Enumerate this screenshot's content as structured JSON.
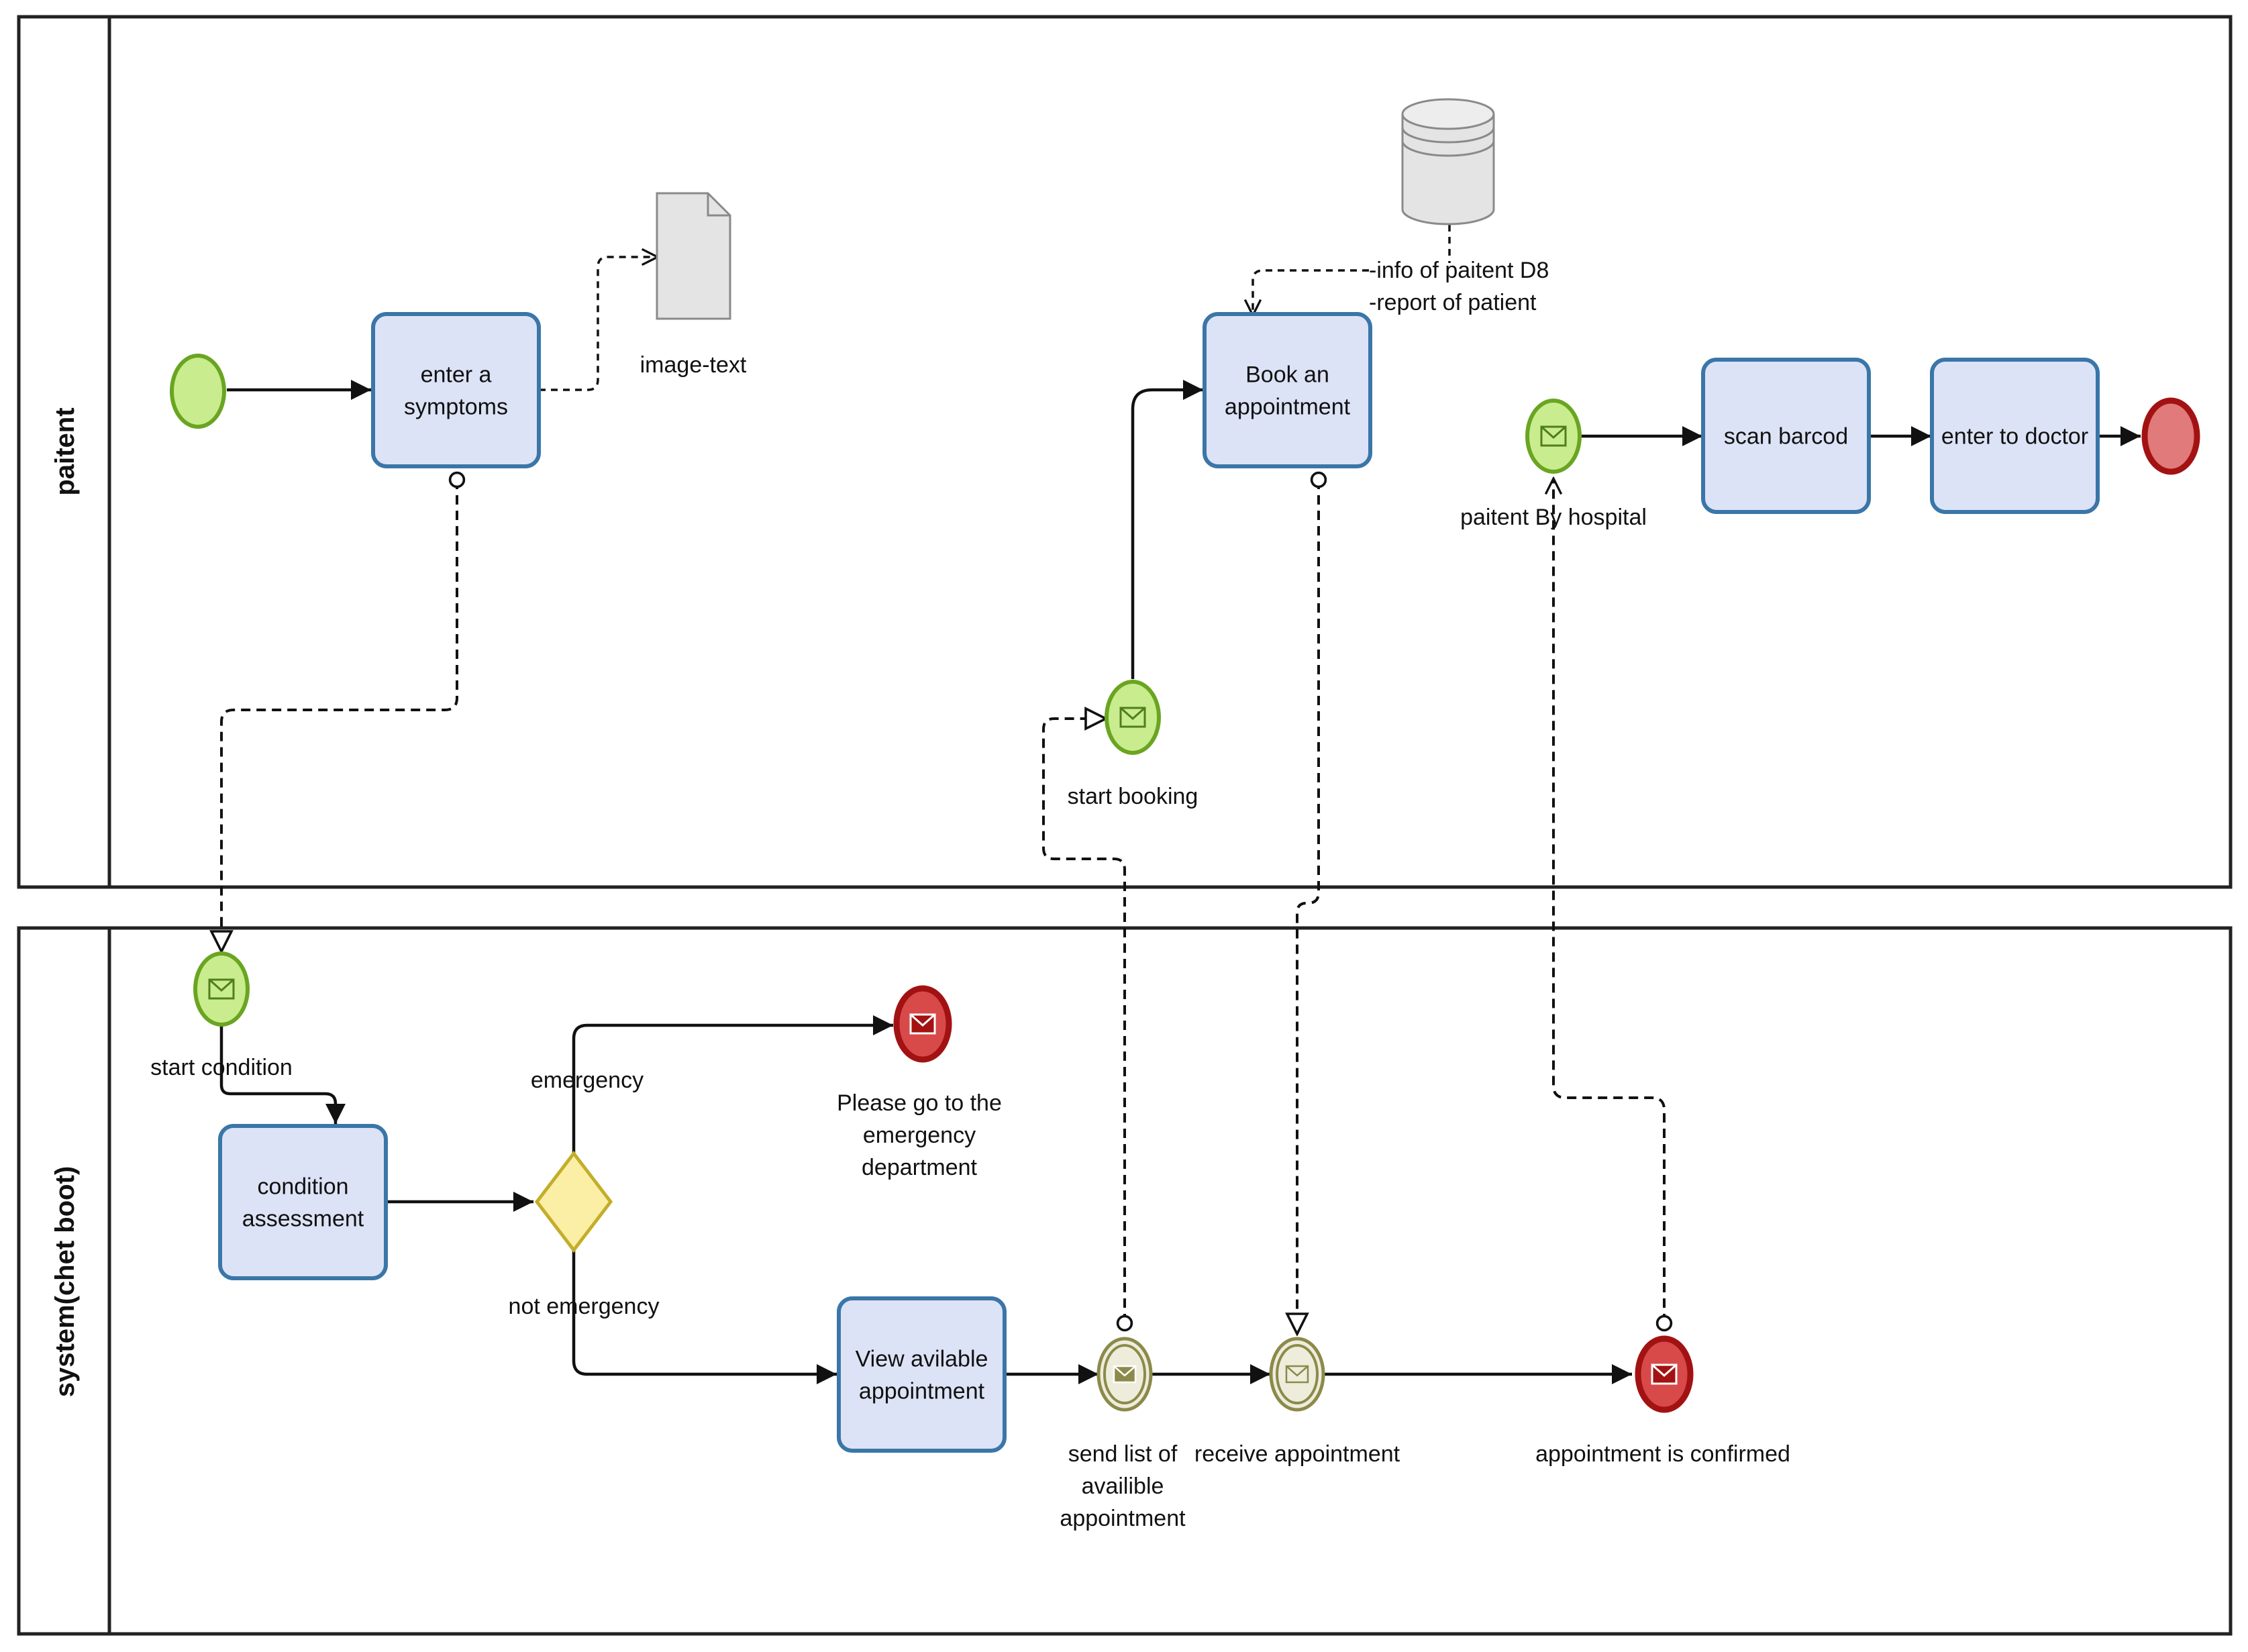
{
  "lanes": {
    "top": "paitent",
    "bottom": "system(chet boot)"
  },
  "tasks": {
    "enter_symptoms": "enter a\nsymptoms",
    "book_appointment": "Book an\nappointment",
    "scan_barcode": "scan barcod",
    "enter_doctor": "enter to doctor",
    "condition_assessment": "condition\nassessment",
    "view_appointment": "View avilable\nappointment"
  },
  "events": {
    "start_booking": "start booking",
    "paitent_by_hospital": "paitent By hospital",
    "start_condition": "start condition",
    "emergency_end": "Please go to the\nemergency\ndepartment",
    "send_list": "send list of\navailible\nappointment",
    "receive_appointment": "receive appointment",
    "appointment_confirmed": "appointment is confirmed"
  },
  "artifacts": {
    "image_text": "image-text",
    "db_note": "-info of paitent D8\n-report of patient"
  },
  "gateway": {
    "emergency": "emergency",
    "not_emergency": "not emergency"
  },
  "colors": {
    "task_fill": "#dde3f6",
    "task_stroke": "#3a76a8",
    "start_fill": "#c9ec8e",
    "start_stroke": "#6aa521",
    "end_fill": "#e17a7a",
    "end_stroke": "#a31212",
    "intermediate_fill": "#eeeddc",
    "intermediate_stroke": "#8c8a4a",
    "gateway_fill": "#fbeea5",
    "gateway_stroke": "#c3ae2a"
  }
}
